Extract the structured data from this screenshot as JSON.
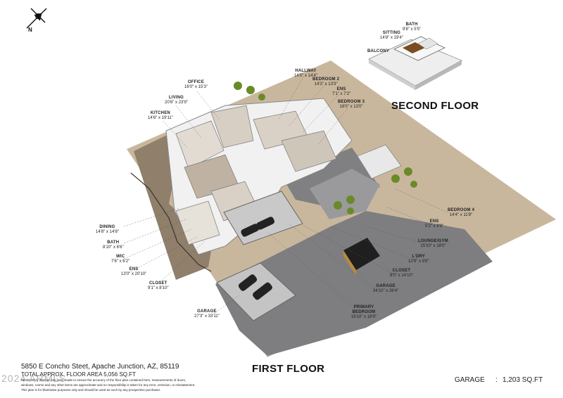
{
  "compass": {
    "north_label": "N"
  },
  "titles": {
    "first_floor": "FIRST FLOOR",
    "second_floor": "SECOND FLOOR"
  },
  "rooms_first_floor": [
    {
      "name": "OFFICE",
      "dim": "16'0\" x 15'3\""
    },
    {
      "name": "LIVING",
      "dim": "20'6\" x 23'9\""
    },
    {
      "name": "KITCHEN",
      "dim": "14'6\" x 19'11\""
    },
    {
      "name": "HALLWAY",
      "dim": "14'5\" x 14'4\""
    },
    {
      "name": "BEDROOM 2",
      "dim": "14'3\" x 13'3\""
    },
    {
      "name": "ENS",
      "dim": "7'1\" x 7'2\""
    },
    {
      "name": "BEDROOM 3",
      "dim": "16'0\" x 13'0\""
    },
    {
      "name": "BEDROOM 4",
      "dim": "14'4\" x 11'8\""
    },
    {
      "name": "ENS",
      "dim": "5'2\" x 9'8\""
    },
    {
      "name": "LOUNGE/GYM",
      "dim": "15'10\" x 18'0\""
    },
    {
      "name": "L'DRY",
      "dim": "12'9\" x 9'8\""
    },
    {
      "name": "CLOSET",
      "dim": "8'0\" x 14'10\""
    },
    {
      "name": "GARAGE",
      "dim": "34'10\" x 26'4\""
    },
    {
      "name": "PRIMARY BEDROOM",
      "dim": "19'10\" x 18'9\""
    },
    {
      "name": "DINING",
      "dim": "14'8\" x 14'8\""
    },
    {
      "name": "BATH",
      "dim": "8'10\" x 6'6\""
    },
    {
      "name": "WIC",
      "dim": "7'6\" x 6'2\""
    },
    {
      "name": "ENS",
      "dim": "13'0\" x 20'10\""
    },
    {
      "name": "CLOSET",
      "dim": "9'1\" x 8'10\""
    },
    {
      "name": "GARAGE",
      "dim": "27'3\" x 33'11\""
    }
  ],
  "rooms_second_floor": [
    {
      "name": "BATH",
      "dim": "9'8\" x 5'5\""
    },
    {
      "name": "SITTING",
      "dim": "14'8\" x 19'4\""
    },
    {
      "name": "BALCONY",
      "dim": ""
    }
  ],
  "footer": {
    "address": "5850 E Concho Steet, Apache Junction, AZ, 85119",
    "total_area": "TOTAL APPROX. FLOOR AREA 5,056 SQ.FT",
    "disclaimer_line1": "Whilst every attempt has been made to ensure the accuracy of the floor plan contained here, measurements of doors,",
    "disclaimer_line2": "windows, rooms and any other items are approximate and no responsibility is taken for any error, omission, or misstatement.",
    "disclaimer_line3": "This plan is for illustrative purposes only and should be used as such by any prospective purchaser.",
    "watermark": "2024 ARMLS",
    "garage_label": "GARAGE",
    "garage_sep": ":",
    "garage_area": "1,203 SQ.FT"
  }
}
